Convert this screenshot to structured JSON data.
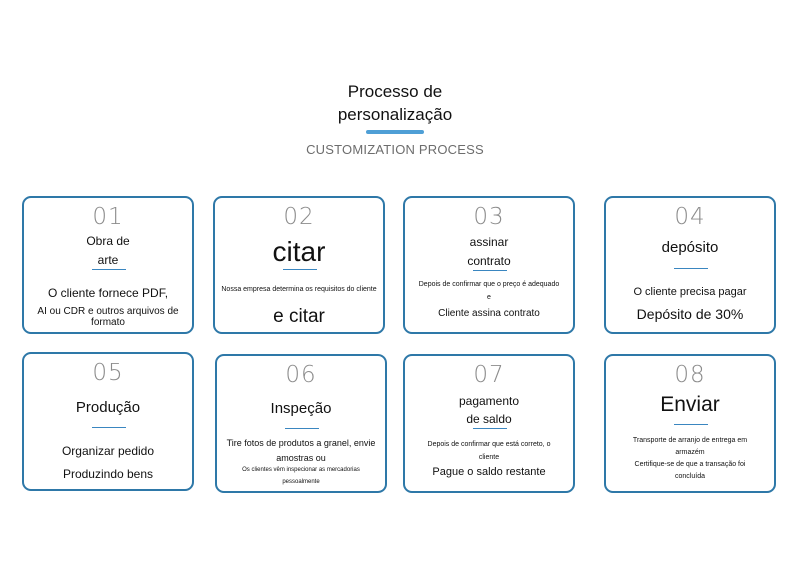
{
  "header": {
    "title_line1": "Processo de",
    "title_line2": "personalização",
    "subtitle": "CUSTOMIZATION PROCESS"
  },
  "steps": [
    {
      "num": "01",
      "title_lines": [
        "Obra de",
        "arte"
      ],
      "desc_lines": [
        "O cliente fornece PDF,",
        "AI ou CDR e outros arquivos de formato"
      ]
    },
    {
      "num": "02",
      "title_lines": [
        "citar"
      ],
      "desc_lines": [
        "Nossa empresa determina os requisitos do cliente",
        "e citar"
      ]
    },
    {
      "num": "03",
      "title_lines": [
        "assinar",
        "contrato"
      ],
      "desc_lines": [
        "Depois de confirmar que o preço é adequado",
        "e",
        "Cliente assina contrato"
      ]
    },
    {
      "num": "04",
      "title_lines": [
        "depósito"
      ],
      "desc_lines": [
        "O cliente precisa pagar",
        "Depósito de 30%"
      ]
    },
    {
      "num": "05",
      "title_lines": [
        "Produção"
      ],
      "desc_lines": [
        "Organizar pedido",
        "Produzindo bens"
      ]
    },
    {
      "num": "06",
      "title_lines": [
        "Inspeção"
      ],
      "desc_lines": [
        "Tire fotos de produtos a granel, envie",
        "amostras ou",
        "Os clientes vêm inspecionar as mercadorias",
        "pessoalmente"
      ]
    },
    {
      "num": "07",
      "title_lines": [
        "pagamento",
        "de saldo"
      ],
      "desc_lines": [
        "Depois de confirmar que está correto, o",
        "cliente",
        "Pague o saldo restante"
      ]
    },
    {
      "num": "08",
      "title_lines": [
        "Enviar"
      ],
      "desc_lines": [
        "Transporte de arranjo de entrega em",
        "armazém",
        "Certifique-se de que a transação foi",
        "concluída"
      ]
    }
  ],
  "colors": {
    "card_border": "#2e78a8",
    "accent": "#4f9fd6",
    "number": "#8c8c8c"
  }
}
